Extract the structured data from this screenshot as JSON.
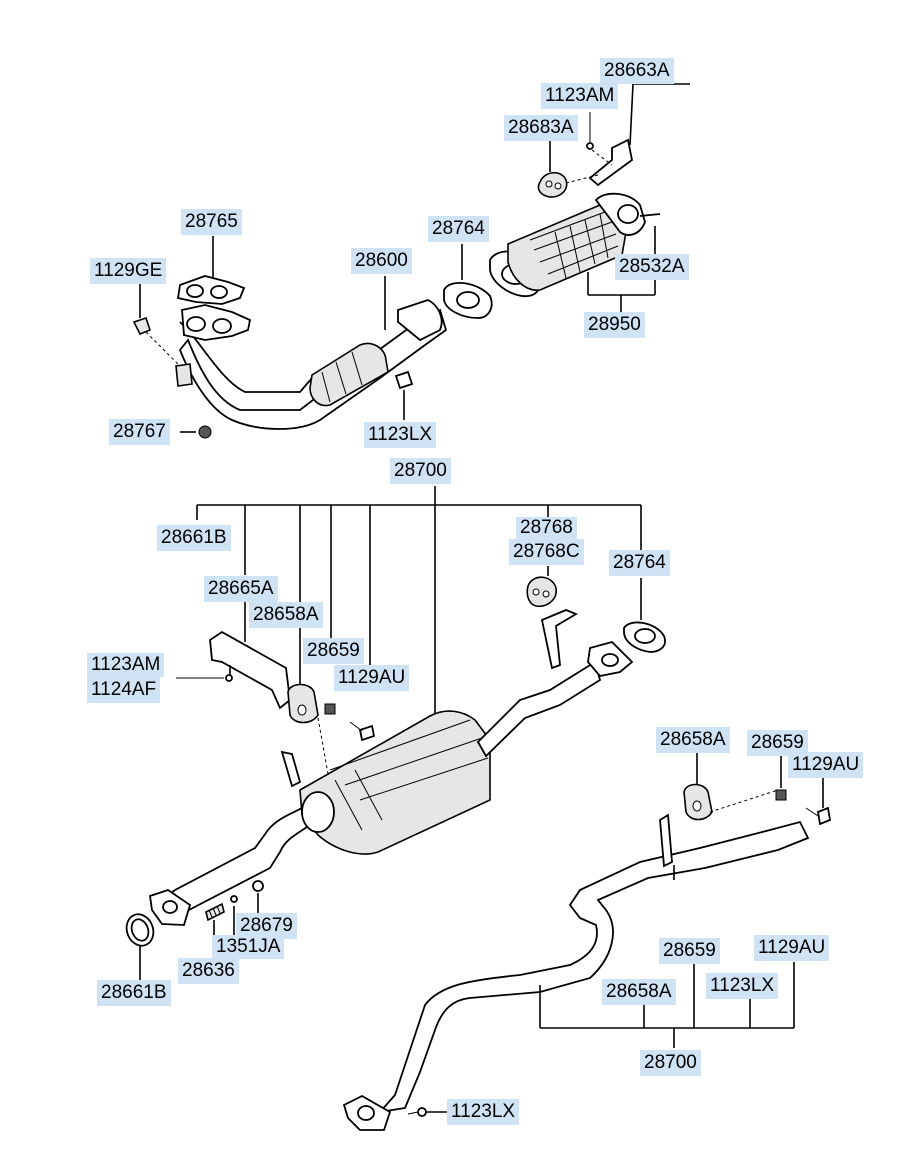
{
  "labels": {
    "p28663A": "28663A",
    "p1123AM_top": "1123AM",
    "p28683A": "28683A",
    "p28765": "28765",
    "p28764_top": "28764",
    "p28600": "28600",
    "p1129GE": "1129GE",
    "p28532A": "28532A",
    "p28950": "28950",
    "p28767": "28767",
    "p1123LX_mid": "1123LX",
    "p28700_top": "28700",
    "p28661B_top": "28661B",
    "p28768": "28768",
    "p28768C": "28768C",
    "p28764_mid": "28764",
    "p28665A": "28665A",
    "p28658A_left": "28658A",
    "p28659_left": "28659",
    "p1123AM_left": "1123AM",
    "p1124AF": "1124AF",
    "p1129AU_left": "1129AU",
    "p28658A_right": "28658A",
    "p28659_right": "28659",
    "p1129AU_right": "1129AU",
    "p28679": "28679",
    "p1351JA": "1351JA",
    "p28636": "28636",
    "p28661B_bottom": "28661B",
    "p28659_bottom": "28659",
    "p1129AU_bottom": "1129AU",
    "p28658A_bottom": "28658A",
    "p1123LX_bottom": "1123LX",
    "p28700_bottom": "28700",
    "p1123LX_tail": "1123LX"
  },
  "colors": {
    "label_bg": "#cfe3f5",
    "line": "#000000"
  }
}
